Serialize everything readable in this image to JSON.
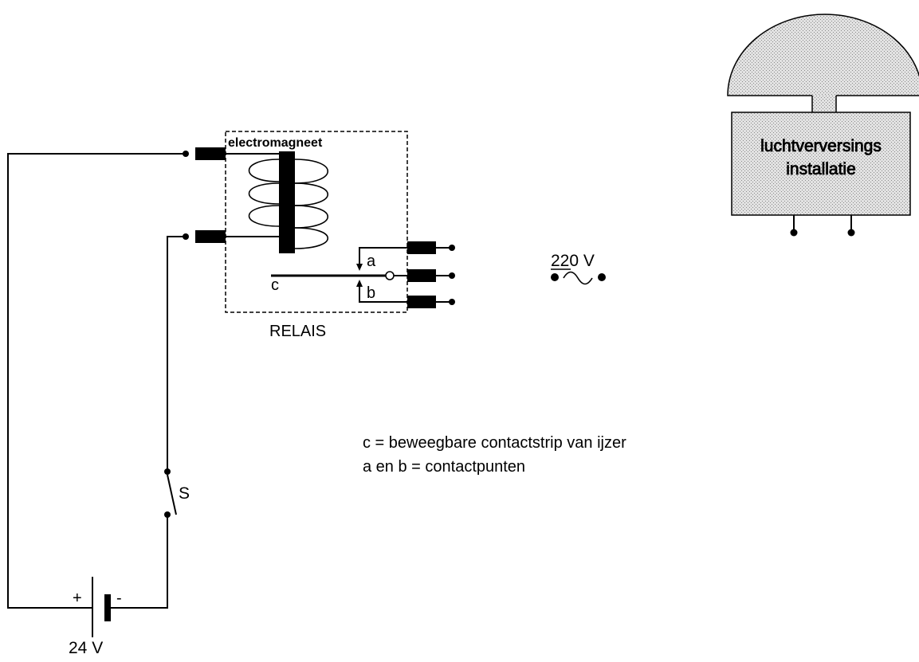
{
  "relay": {
    "coil_label": "electromagneet",
    "title": "RELAIS",
    "contact_strip": "c",
    "contact_a": "a",
    "contact_b": "b"
  },
  "mains": {
    "voltage": "220 V"
  },
  "battery": {
    "plus": "+",
    "minus": "-",
    "voltage": "24 V"
  },
  "switch": {
    "label": "S"
  },
  "installation": {
    "line1": "luchtverversings",
    "line2": "installatie"
  },
  "legend": {
    "line1": "c = beweegbare contactstrip van ijzer",
    "line2": "a en b = contactpunten"
  },
  "colors": {
    "installation_fill": "#cfcfcf",
    "line": "#000000"
  }
}
